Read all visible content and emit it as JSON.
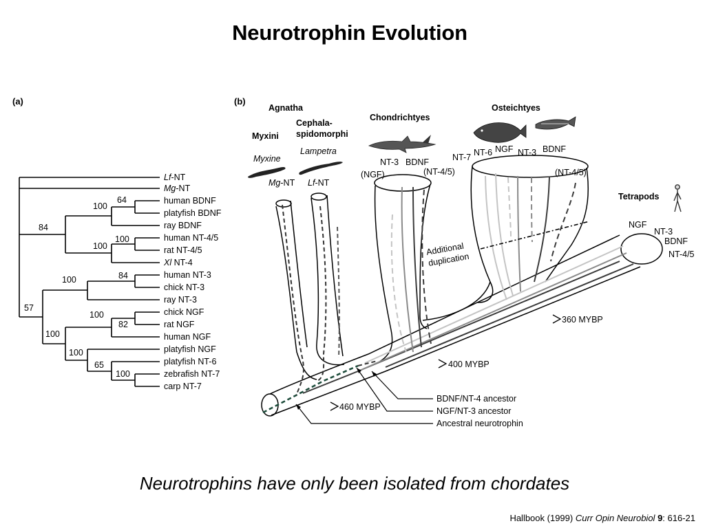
{
  "title": "Neurotrophin Evolution",
  "caption": "Neurotrophins have only been isolated from chordates",
  "citation": {
    "author_year": "Hallbook (1999) ",
    "journal": "Curr Opin Neurobiol",
    "volume": "9",
    "pages": ": 616-21"
  },
  "panel_a": {
    "label": "(a)",
    "leaves": [
      {
        "prefix": "Lf",
        "suffix": "-NT"
      },
      {
        "prefix": "Mg",
        "suffix": "-NT"
      },
      {
        "prefix": "",
        "suffix": "human BDNF"
      },
      {
        "prefix": "",
        "suffix": "platyfish BDNF"
      },
      {
        "prefix": "",
        "suffix": "ray BDNF"
      },
      {
        "prefix": "",
        "suffix": "human NT-4/5"
      },
      {
        "prefix": "",
        "suffix": "rat NT-4/5"
      },
      {
        "prefix": "Xl",
        "suffix": " NT-4"
      },
      {
        "prefix": "",
        "suffix": "human NT-3"
      },
      {
        "prefix": "",
        "suffix": "chick NT-3"
      },
      {
        "prefix": "",
        "suffix": "ray NT-3"
      },
      {
        "prefix": "",
        "suffix": "chick NGF"
      },
      {
        "prefix": "",
        "suffix": "rat NGF"
      },
      {
        "prefix": "",
        "suffix": "human NGF"
      },
      {
        "prefix": "",
        "suffix": "platyfish NGF"
      },
      {
        "prefix": "",
        "suffix": "platyfish NT-6"
      },
      {
        "prefix": "",
        "suffix": "zebrafish NT-7"
      },
      {
        "prefix": "",
        "suffix": "carp NT-7"
      }
    ],
    "support_values": {
      "bdnf_pair": "64",
      "bdnf_clade": "100",
      "bdnf_nt4_clade": "84",
      "nt4_clade": "100",
      "nt3_pair": "84",
      "nt3_clade": "100",
      "ngf_pair": "82",
      "ngf_clade": "100",
      "ngf_nt6_nt7_clade": "100",
      "nt6_nt7_clade": "65",
      "nt7_pair": "100",
      "ngf_nt3_root": "100",
      "root": "57"
    }
  },
  "panel_b": {
    "label": "(b)",
    "groups": {
      "agnatha": "Agnatha",
      "myxini": "Myxini",
      "cephalaspidomorphi_line1": "Cephala-",
      "cephalaspidomorphi_line2": "spidomorphi",
      "chondrichtyes": "Chondrichtyes",
      "osteichtyes": "Osteichtyes",
      "tetrapods": "Tetrapods"
    },
    "species": {
      "myxine": "Myxine",
      "lampetra": "Lampetra"
    },
    "genes": {
      "mg_nt_prefix": "Mg",
      "mg_nt_suffix": "-NT",
      "lf_nt_prefix": "Lf",
      "lf_nt_suffix": "-NT",
      "chondr_nt3": "NT-3",
      "chondr_bdnf": "BDNF",
      "chondr_ngf": "(NGF)",
      "chondr_nt45": "(NT-4/5)",
      "ost_nt7": "NT-7",
      "ost_nt6": "NT-6",
      "ost_ngf": "NGF",
      "ost_nt3": "NT-3",
      "ost_bdnf": "BDNF",
      "ost_nt45": "(NT-4/5)",
      "tet_ngf": "NGF",
      "tet_nt3": "NT-3",
      "tet_bdnf": "BDNF",
      "tet_nt45": "NT-4/5"
    },
    "annotations": {
      "additional_duplication_line1": "Additional",
      "additional_duplication_line2": "duplication",
      "mybp_360": "360 MYBP",
      "mybp_400": "400 MYBP",
      "mybp_460": "460 MYBP",
      "bdnf_nt4_ancestor": "BDNF/NT-4 ancestor",
      "ngf_nt3_ancestor": "NGF/NT-3 ancestor",
      "ancestral_neurotrophin": "Ancestral neurotrophin"
    },
    "line_colors": {
      "dark": "#3a3a3a",
      "medium": "#8a8a8a",
      "light": "#c4c4c4",
      "ancestral": "#1e4d3c"
    }
  }
}
